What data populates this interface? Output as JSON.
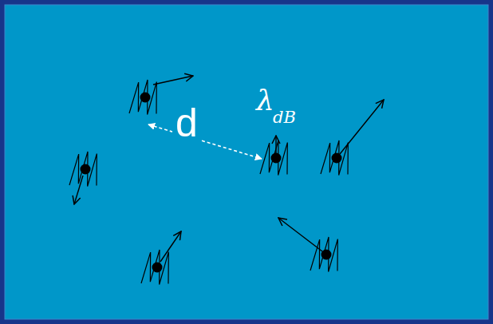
{
  "diagram": {
    "labels": [
      "d",
      "λ",
      "dB"
    ]
  }
}
